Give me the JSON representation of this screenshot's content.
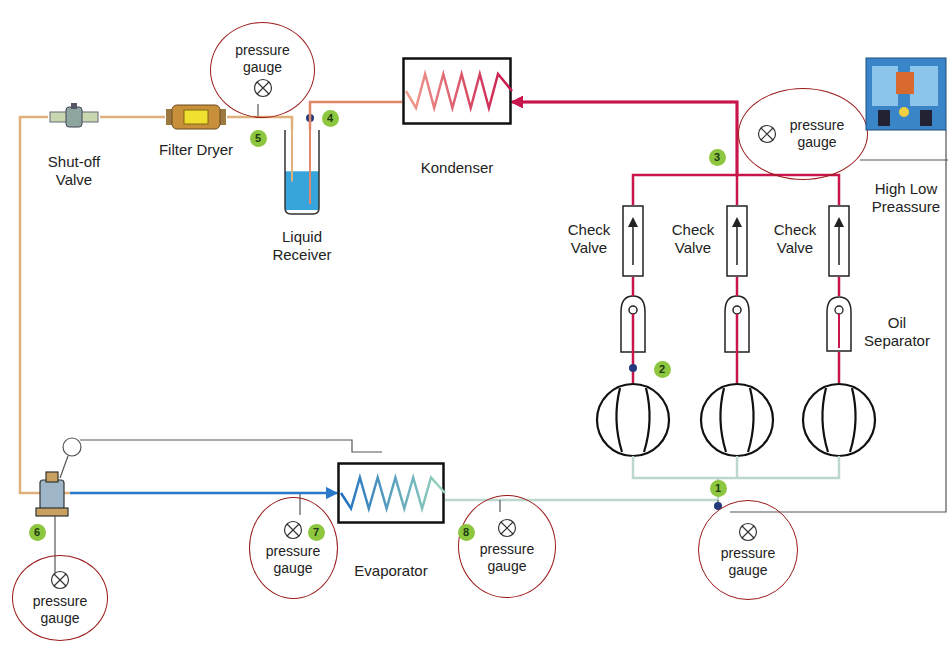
{
  "diagram": {
    "nodes": [
      {
        "text": [
          "pressure gauge"
        ]
      },
      {
        "text": [
          "Kondenser"
        ]
      },
      {
        "text": [
          "Shut-off Valve"
        ]
      },
      {
        "text": [
          "Filter Dryer"
        ]
      },
      {
        "text": [
          "Liquid Receiver"
        ]
      },
      {
        "text": [
          "pressure gauge"
        ]
      },
      {
        "text": [
          "High Low Preassure"
        ]
      },
      {
        "text": [
          "Check Valve"
        ]
      },
      {
        "text": [
          "Check Valve"
        ]
      },
      {
        "text": [
          "Check Valve"
        ]
      },
      {
        "text": [
          "Oil Separator"
        ]
      },
      {
        "text": [
          "pressure gauge"
        ]
      },
      {
        "text": [
          "pressure gauge"
        ]
      },
      {
        "text": [
          "Evaporator"
        ]
      },
      {
        "text": [
          "pressure gauge"
        ]
      },
      {
        "text": [
          "pressure gauge"
        ]
      }
    ],
    "edges": [
      {
        "from": 1,
        "to": 4,
        "arrow": "none"
      },
      {
        "from": 4,
        "to": 3,
        "arrow": "none"
      },
      {
        "from": 3,
        "to": 2,
        "arrow": "none"
      },
      {
        "from": 2,
        "to": 13,
        "arrow": "to"
      },
      {
        "from": 10,
        "to": 9,
        "arrow": "none"
      },
      {
        "from": 7,
        "to": 1,
        "arrow": "to"
      },
      {
        "from": 8,
        "to": 1,
        "arrow": "to"
      },
      {
        "from": 9,
        "to": 1,
        "arrow": "to"
      }
    ],
    "labels": [
      "5",
      "4",
      "3",
      "2",
      "6",
      "7",
      "8",
      "1"
    ]
  }
}
